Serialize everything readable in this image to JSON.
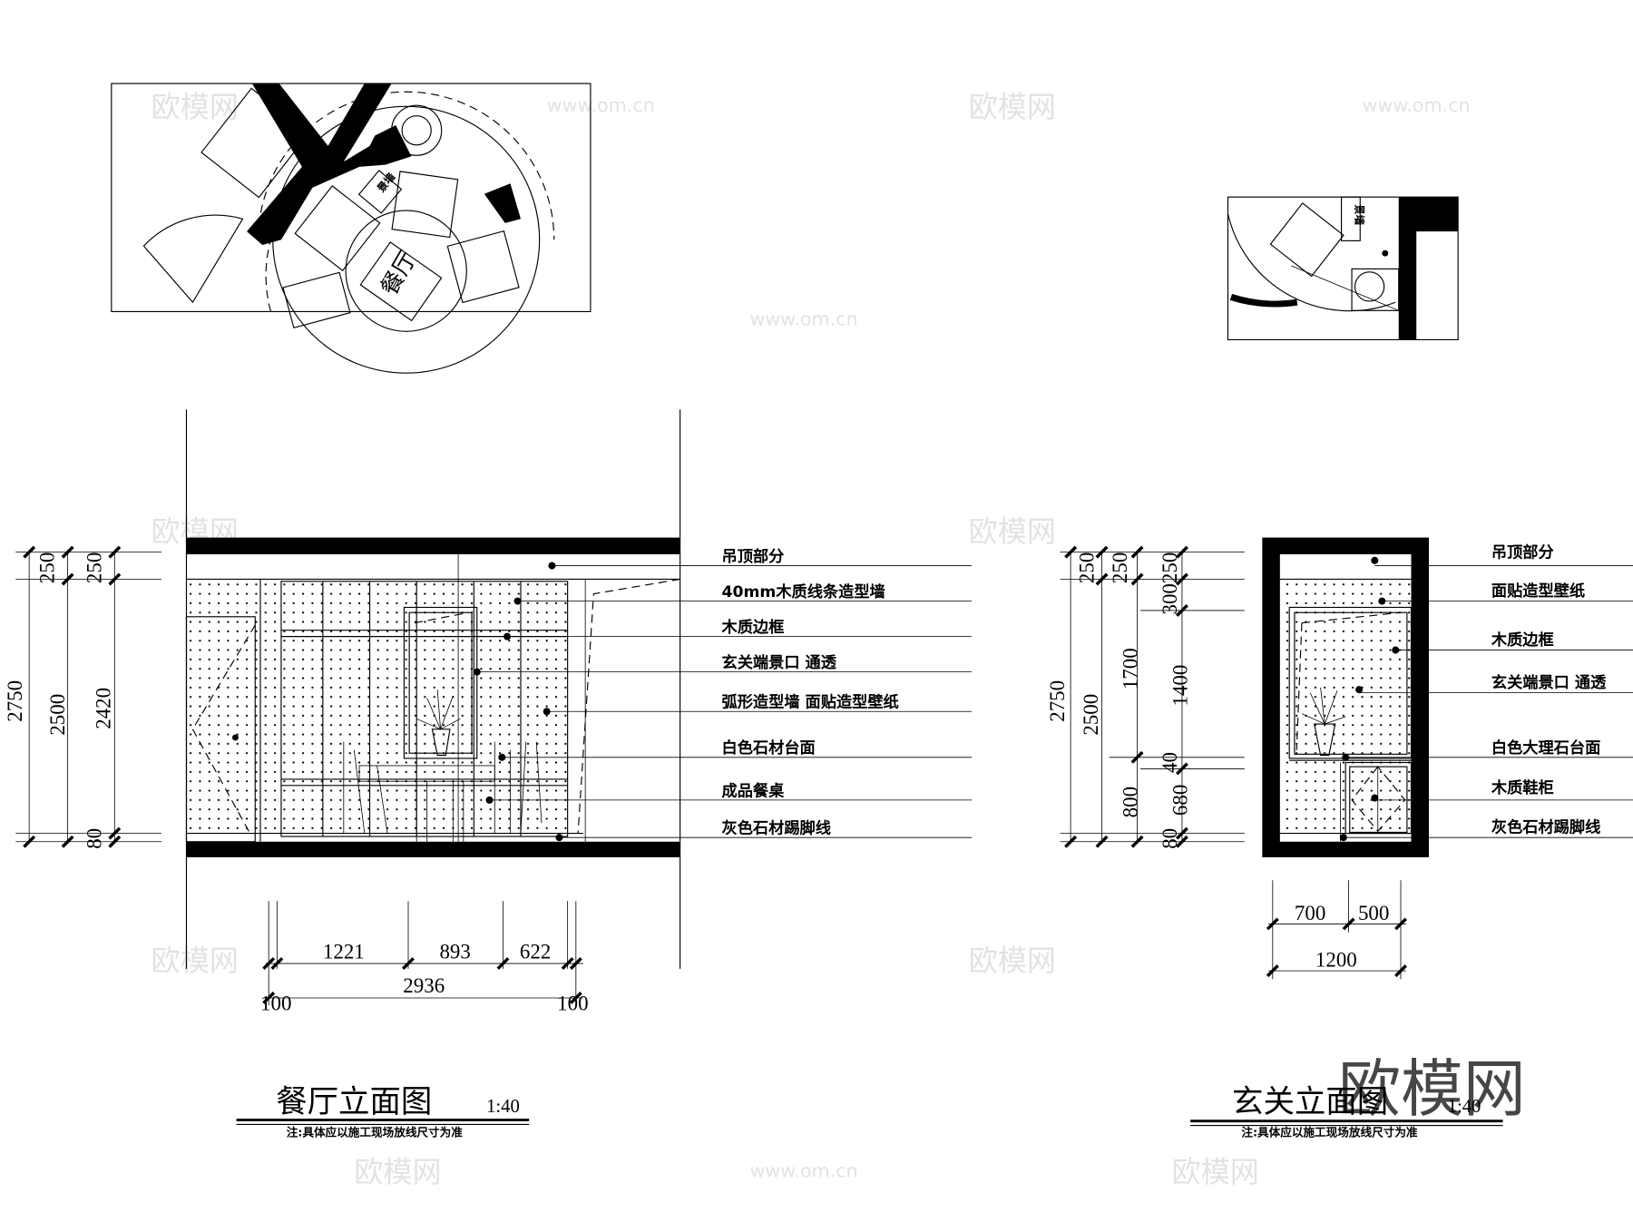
{
  "plans": {
    "dining_label": "餐厅",
    "scene_wall_label": "景墙",
    "scene_wall_label_right": "景墙"
  },
  "dining_elevation": {
    "title": "餐厅立面图",
    "scale": "1:40",
    "note": "注:具体应以施工现场放线尺寸为准",
    "annotations": [
      "吊顶部分",
      "40mm木质线条造型墙",
      "木质边框",
      "玄关端景口 通透",
      "弧形造型墙 面贴造型壁纸",
      "白色石材台面",
      "成品餐桌",
      "灰色石材踢脚线"
    ],
    "vertical_dims": {
      "total": "2750",
      "wall": "2500",
      "panel": "2420",
      "ceiling_a": "250",
      "ceiling_b": "250",
      "skirting": "80"
    },
    "horizontal_dims": {
      "seg1": "1221",
      "seg2": "893",
      "seg3": "622",
      "total": "2936",
      "left": "100",
      "right": "100"
    }
  },
  "entry_elevation": {
    "title": "玄关立面图",
    "scale": "1:40",
    "note": "注:具体应以施工现场放线尺寸为准",
    "annotations": [
      "吊顶部分",
      "面贴造型壁纸",
      "木质边框",
      "玄关端景口 通透",
      "白色大理石台面",
      "木质鞋柜",
      "灰色石材踢脚线"
    ],
    "vertical_dims": {
      "total": "2750",
      "wall": "2500",
      "ceiling_a": "250",
      "ceiling_b": "250",
      "top": "300250",
      "upper": "1700",
      "opening": "1400",
      "counter": "40",
      "lower": "800",
      "cabinet": "680",
      "skirting": "80"
    },
    "horizontal_dims": {
      "left": "700",
      "right": "500",
      "total": "1200"
    }
  },
  "watermark": {
    "logo": "欧模网",
    "site": "www.om.cn"
  }
}
